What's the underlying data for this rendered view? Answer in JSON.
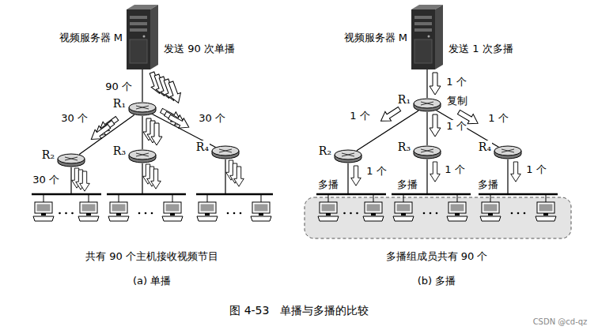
{
  "diagram": {
    "caption": "图 4-53   单播与多播的比较",
    "nodes": [
      {
        "text": [
          "视频服务器 M"
        ]
      },
      {
        "text": [
          "R₁"
        ]
      },
      {
        "text": [
          "R₂"
        ]
      },
      {
        "text": [
          "R₃"
        ]
      },
      {
        "text": [
          "R₄"
        ]
      },
      {
        "text": [
          "视频服务器 M"
        ]
      },
      {
        "text": [
          "R₁"
        ]
      },
      {
        "text": [
          "R₂"
        ]
      },
      {
        "text": [
          "R₃"
        ]
      },
      {
        "text": [
          "R₄"
        ]
      }
    ],
    "edges": [
      {
        "from": 0,
        "to": 1,
        "arrow": "none"
      },
      {
        "from": 1,
        "to": 2,
        "arrow": "none"
      },
      {
        "from": 1,
        "to": 3,
        "arrow": "none"
      },
      {
        "from": 1,
        "to": 4,
        "arrow": "none"
      },
      {
        "from": 5,
        "to": 6,
        "arrow": "none"
      },
      {
        "from": 6,
        "to": 7,
        "arrow": "none"
      },
      {
        "from": 6,
        "to": 8,
        "arrow": "none"
      },
      {
        "from": 6,
        "to": 9,
        "arrow": "none"
      }
    ],
    "labels": [
      "发送 90 次单播",
      "90 个",
      "30 个",
      "30 个",
      "30 个",
      "共有 90 个主机接收视频节目",
      "(a) 单播",
      "发送 1 次多播",
      "1 个",
      "复制",
      "1 个",
      "1 个",
      "1 个",
      "1 个",
      "1 个",
      "1 个",
      "多播",
      "多播",
      "多播",
      "多播组成员共有 90 个",
      "(b) 多播",
      "CSDN @cd-qz"
    ]
  }
}
